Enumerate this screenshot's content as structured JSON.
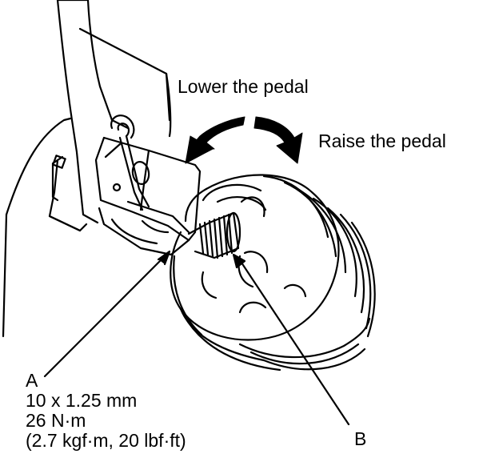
{
  "arrows": {
    "lower": "Lower the pedal",
    "raise": "Raise the pedal"
  },
  "callouts": {
    "a": "A",
    "b": "B"
  },
  "spec": {
    "thread": "10 x 1.25 mm",
    "torque_nm": "26 N·m",
    "torque_alt": "(2.7 kgf·m, 20 lbf·ft)"
  },
  "colors": {
    "ink": "#000000",
    "paper": "#ffffff"
  }
}
